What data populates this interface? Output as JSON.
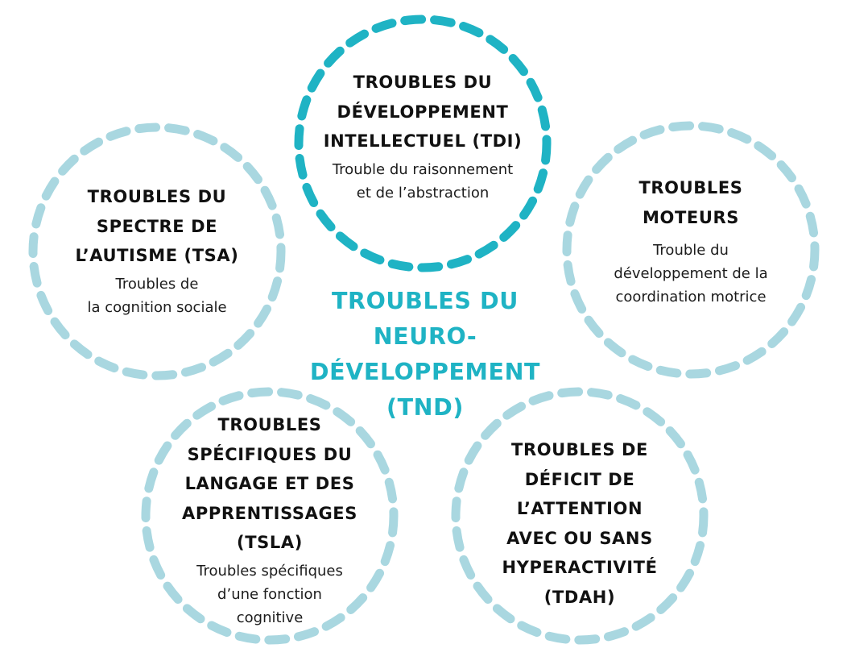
{
  "colors": {
    "accent": "#1fb3c4",
    "ring_light": "#a9d7e0",
    "text": "#111111"
  },
  "center": {
    "title": "TROUBLES DU\nNEURO-\nDÉVELOPPEMENT\n(TND)"
  },
  "nodes": [
    {
      "id": "tdi",
      "title": "TROUBLES DU\nDÉVELOPPEMENT\nINTELLECTUEL (TDI)",
      "description": "Trouble du raisonnement\net de l’abstraction"
    },
    {
      "id": "tsa",
      "title": "TROUBLES DU\nSPECTRE DE\nL’AUTISME (TSA)",
      "description": "Troubles de\nla cognition sociale"
    },
    {
      "id": "moteurs",
      "title": "TROUBLES\nMOTEURS",
      "description": "Trouble du\ndéveloppement de la\ncoordination motrice"
    },
    {
      "id": "tsla",
      "title": "TROUBLES\nSPÉCIFIQUES DU\nLANGAGE ET DES\nAPPRENTISSAGES\n(TSLA)",
      "description": "Troubles spécifiques\nd’une fonction\ncognitive"
    },
    {
      "id": "tdah",
      "title": "TROUBLES DE\nDÉFICIT DE\nL’ATTENTION\nAVEC OU SANS\nHYPERACTIVITÉ\n(TDAH)",
      "description": ""
    }
  ]
}
